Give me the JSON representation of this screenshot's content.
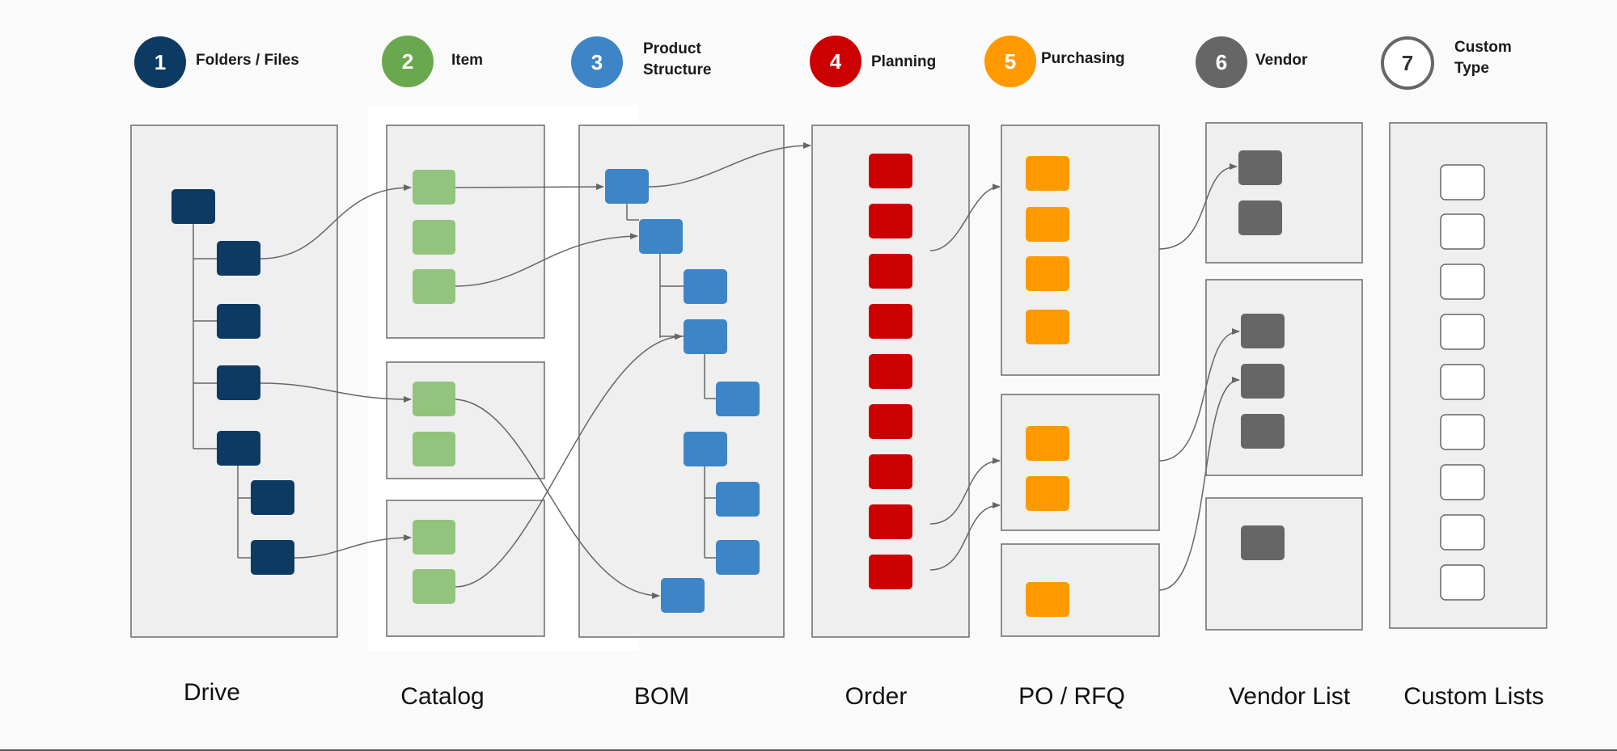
{
  "legend": [
    {
      "num": "1",
      "label_lines": [
        "Folders / Files"
      ],
      "color": "#0d3a63",
      "meaning": "Folders / Files"
    },
    {
      "num": "2",
      "label_lines": [
        "Item"
      ],
      "color": "#6aa84f",
      "meaning": "Item"
    },
    {
      "num": "3",
      "label_lines": [
        "Product",
        "Structure"
      ],
      "color": "#3d85c6",
      "meaning": "Product Structure"
    },
    {
      "num": "4",
      "label_lines": [
        "Planning"
      ],
      "color": "#cc0000",
      "meaning": "Planning"
    },
    {
      "num": "5",
      "label_lines": [
        "Purchasing"
      ],
      "color": "#ff9900",
      "meaning": "Purchasing"
    },
    {
      "num": "6",
      "label_lines": [
        "Vendor"
      ],
      "color": "#666666",
      "meaning": "Vendor"
    },
    {
      "num": "7",
      "label_lines": [
        "Custom",
        "Type"
      ],
      "color": "#ffffff",
      "meaning": "Custom Type",
      "outlined": true
    }
  ],
  "columns": {
    "drive": "Drive",
    "catalog": "Catalog",
    "bom": "BOM",
    "order": "Order",
    "po_rfq": "PO / RFQ",
    "vendor_list": "Vendor List",
    "custom_lists": "Custom Lists"
  },
  "colors": {
    "folder": "#0d3a63",
    "item_box": "#93c47d",
    "bom": "#3d85c6",
    "order": "#cc0000",
    "po": "#ff9900",
    "vendor": "#666666",
    "custom": "#ffffff",
    "panel_fill": "#efefef",
    "panel_stroke": "#6b6b6b",
    "arrow": "#666666"
  }
}
